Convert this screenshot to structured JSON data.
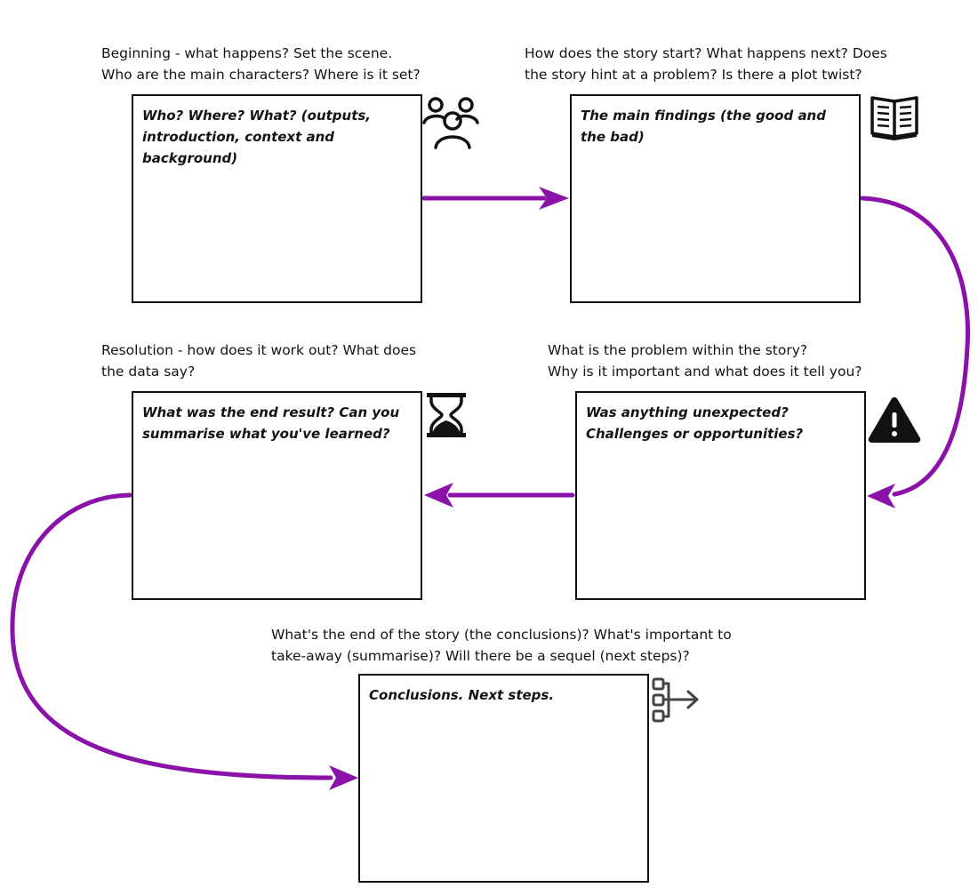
{
  "stages": [
    {
      "id": "beginning",
      "prompt_lines": [
        "Beginning - what happens? Set the scene.",
        "Who are the main characters? Where is it set?"
      ],
      "box_text": "Who? Where? What? (outputs, introduction, context and background)",
      "icon": "people-icon"
    },
    {
      "id": "story-start",
      "prompt_lines": [
        "How does the story start? What happens next? Does",
        "the story hint at a problem? Is there a plot twist?"
      ],
      "box_text": "The main findings (the good and the bad)",
      "icon": "open-book-icon"
    },
    {
      "id": "problem",
      "prompt_lines": [
        "What is the problem within the story?",
        "Why is it important and what does it tell you?"
      ],
      "box_text": "Was anything unexpected? Challenges or opportunities?",
      "icon": "warning-icon"
    },
    {
      "id": "resolution",
      "prompt_lines": [
        "Resolution - how does it work out? What does",
        "the data say?"
      ],
      "box_text": "What was the end result? Can you summarise what you've learned?",
      "icon": "hourglass-icon"
    },
    {
      "id": "conclusion",
      "prompt_lines": [
        "What's the end of the story (the conclusions)? What's important to",
        "take-away (summarise)? Will there be a sequel (next steps)?"
      ],
      "box_text": "Conclusions. Next steps.",
      "icon": "flow-next-steps-icon"
    }
  ],
  "colors": {
    "connector": "#8a12a8",
    "border": "#111111",
    "text": "#141414"
  }
}
